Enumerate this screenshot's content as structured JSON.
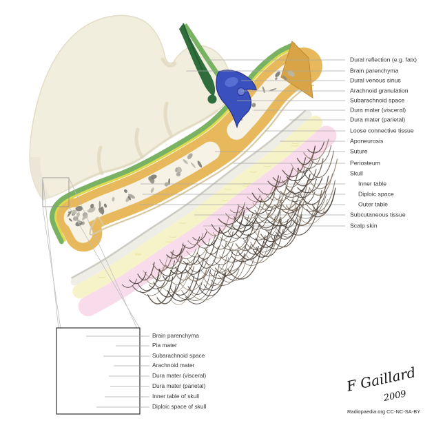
{
  "main_labels": [
    "Dural reflection (e.g. falx)",
    "Brain parenchyma",
    "Dural venous sinus",
    "Arachnoid granulation",
    "Subarachnoid space",
    "Dura mater (visceral)",
    "Dura mater (parietal)",
    "Loose connective tissue",
    "Aponeurosis",
    "Suture",
    "Periosteum",
    "Skull",
    "Inner table",
    "Diploic space",
    "Outer table",
    "Subcutaneous tissue",
    "Scalp skin"
  ],
  "inset_labels": [
    "Brain parenchyma",
    "Pia mater",
    "Subarachnoid space",
    "Arachnoid mater",
    "Dura mater (visceral)",
    "Dura mater (parietal)",
    "Inner table of skull",
    "Diploic space of skull"
  ],
  "signature": {
    "name": "F Gaillard",
    "year": "2009"
  },
  "credit": "Radiopaedia.org CC-NC-SA-BY",
  "colors": {
    "brain": "#f2eedd",
    "brain_shadow": "#dcd3b8",
    "brain_cut": "#e8e4d6",
    "dura_green": "#79b263",
    "falx_green": "#2f6e3c",
    "arachnoid_yellow": "#ddd94e",
    "dura_orange": "#e8b95c",
    "bone_face_orange": "#d9a445",
    "bone_white": "#f6f3e6",
    "diploe_gray": "#94938a",
    "sinus_blue": "#3a50bd",
    "sinus_blue_dark": "#28368f",
    "granulation_blue": "#6b7ed6",
    "subcut_yellow": "#f7f3c8",
    "scalp_pink": "#f9dcec",
    "aponeurosis_white": "#efeee6",
    "hair_brown": "#4a3d34",
    "pia_brown": "#b9802e",
    "subarachnoid_tan": "#dcb977",
    "inset_peach": "#f4c580",
    "leader_line": "#a9a9a9"
  }
}
